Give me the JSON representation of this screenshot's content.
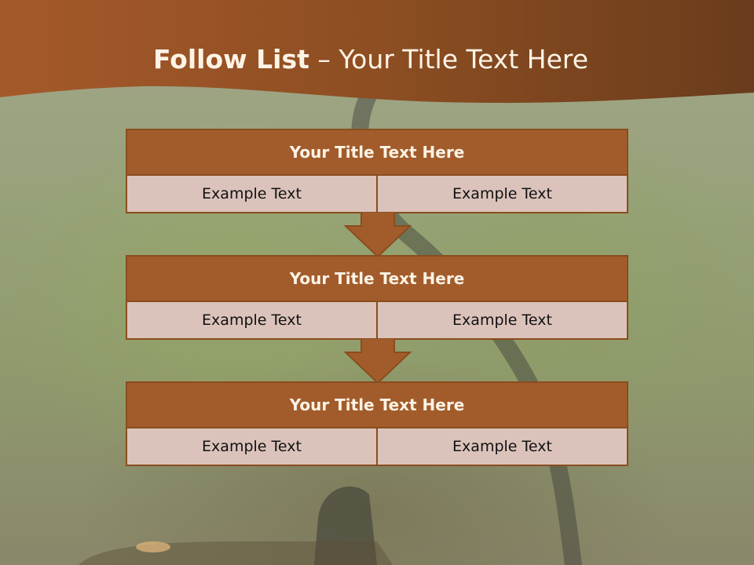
{
  "slide": {
    "title_bold": "Follow List",
    "title_separator": "–",
    "title_rest": "Your Title Text Here"
  },
  "steps": [
    {
      "title": "Your Title Text Here",
      "left": "Example Text",
      "right": "Example Text"
    },
    {
      "title": "Your Title Text Here",
      "left": "Example Text",
      "right": "Example Text"
    },
    {
      "title": "Your Title Text Here",
      "left": "Example Text",
      "right": "Example Text"
    }
  ],
  "colors": {
    "header_brown": "#8e4f22",
    "block_brown": "#a25c2b",
    "cell_pink": "#dbc3bb",
    "border_brown": "#8a4d1e",
    "title_text": "#fdf3e6"
  }
}
